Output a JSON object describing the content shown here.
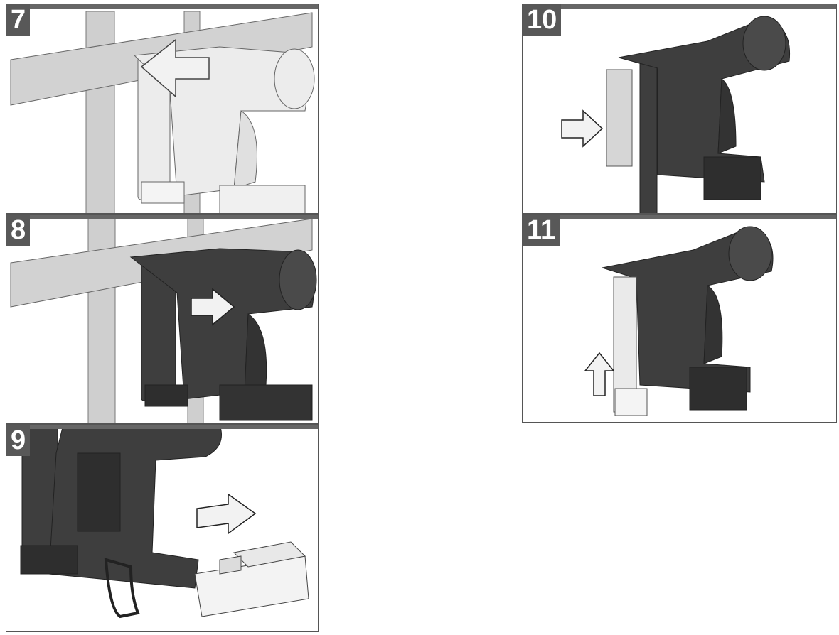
{
  "panels": [
    {
      "id": "7",
      "label": "7"
    },
    {
      "id": "8",
      "label": "8"
    },
    {
      "id": "9",
      "label": "9"
    },
    {
      "id": "10",
      "label": "10"
    },
    {
      "id": "11",
      "label": "11"
    }
  ],
  "colors": {
    "tool_dark": "#3a3a3a",
    "tool_light": "#e6e6e6",
    "wood": "#c8c8c8",
    "arrow_fill": "#f2f2f2",
    "badge": "#585858"
  },
  "icons": {
    "panel_7": [
      "nailer-tool-light",
      "wood-board",
      "left-arrow-icon"
    ],
    "panel_8": [
      "nailer-tool-dark",
      "wood-board",
      "right-arrow-icon"
    ],
    "panel_9": [
      "nailer-tool-dark",
      "battery-pack",
      "right-arrow-icon"
    ],
    "panel_10": [
      "nailer-tool-dark",
      "nail-strip",
      "right-arrow-icon"
    ],
    "panel_11": [
      "nailer-tool-dark",
      "magazine",
      "up-arrow-icon"
    ]
  }
}
